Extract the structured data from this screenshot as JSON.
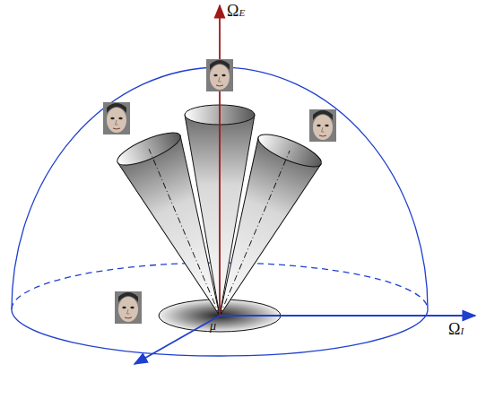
{
  "diagram": {
    "labels": [
      "ΩE",
      "ΩI",
      "μ"
    ]
  }
}
